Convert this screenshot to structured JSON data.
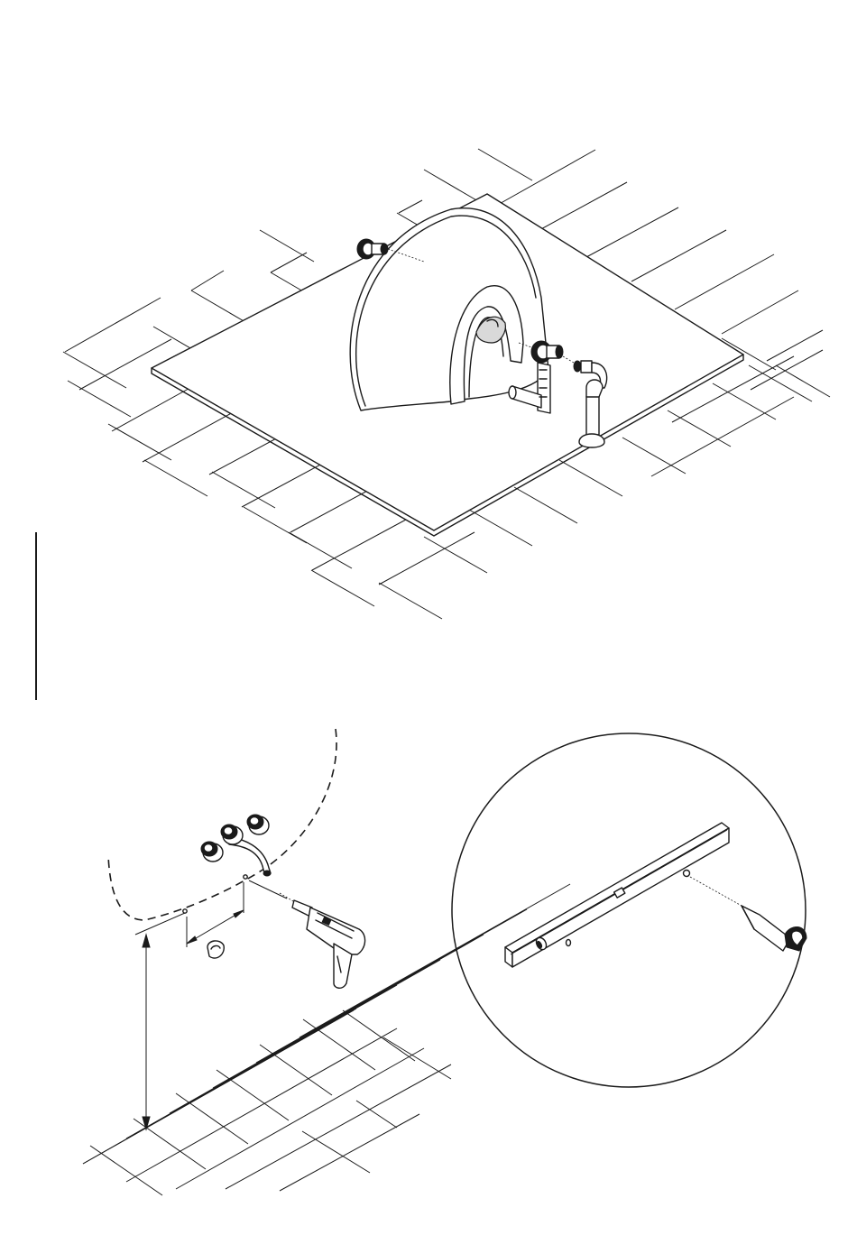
{
  "figures": [
    {
      "id": "bath-install-iso"
    },
    {
      "id": "wall-drilling"
    },
    {
      "id": "spirit-level-detail"
    }
  ],
  "colors": {
    "ink": "#1a1a1a",
    "paper": "#ffffff",
    "shade": "#d9d9d9"
  }
}
